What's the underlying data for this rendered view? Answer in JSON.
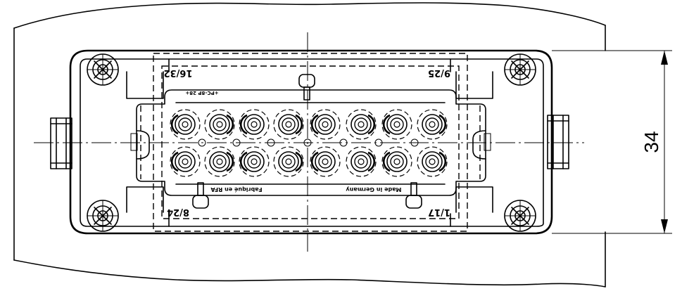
{
  "drawing": {
    "dimension_value": "34",
    "slot_labels": {
      "top_left": "16/32",
      "top_right": "9/25",
      "bottom_left": "8/24",
      "bottom_right": "1/17"
    },
    "markings": {
      "type_code": "+PC-8P 28+",
      "fabrique": "Fabriqué en RFA",
      "made_in": "Made in Germany"
    }
  }
}
